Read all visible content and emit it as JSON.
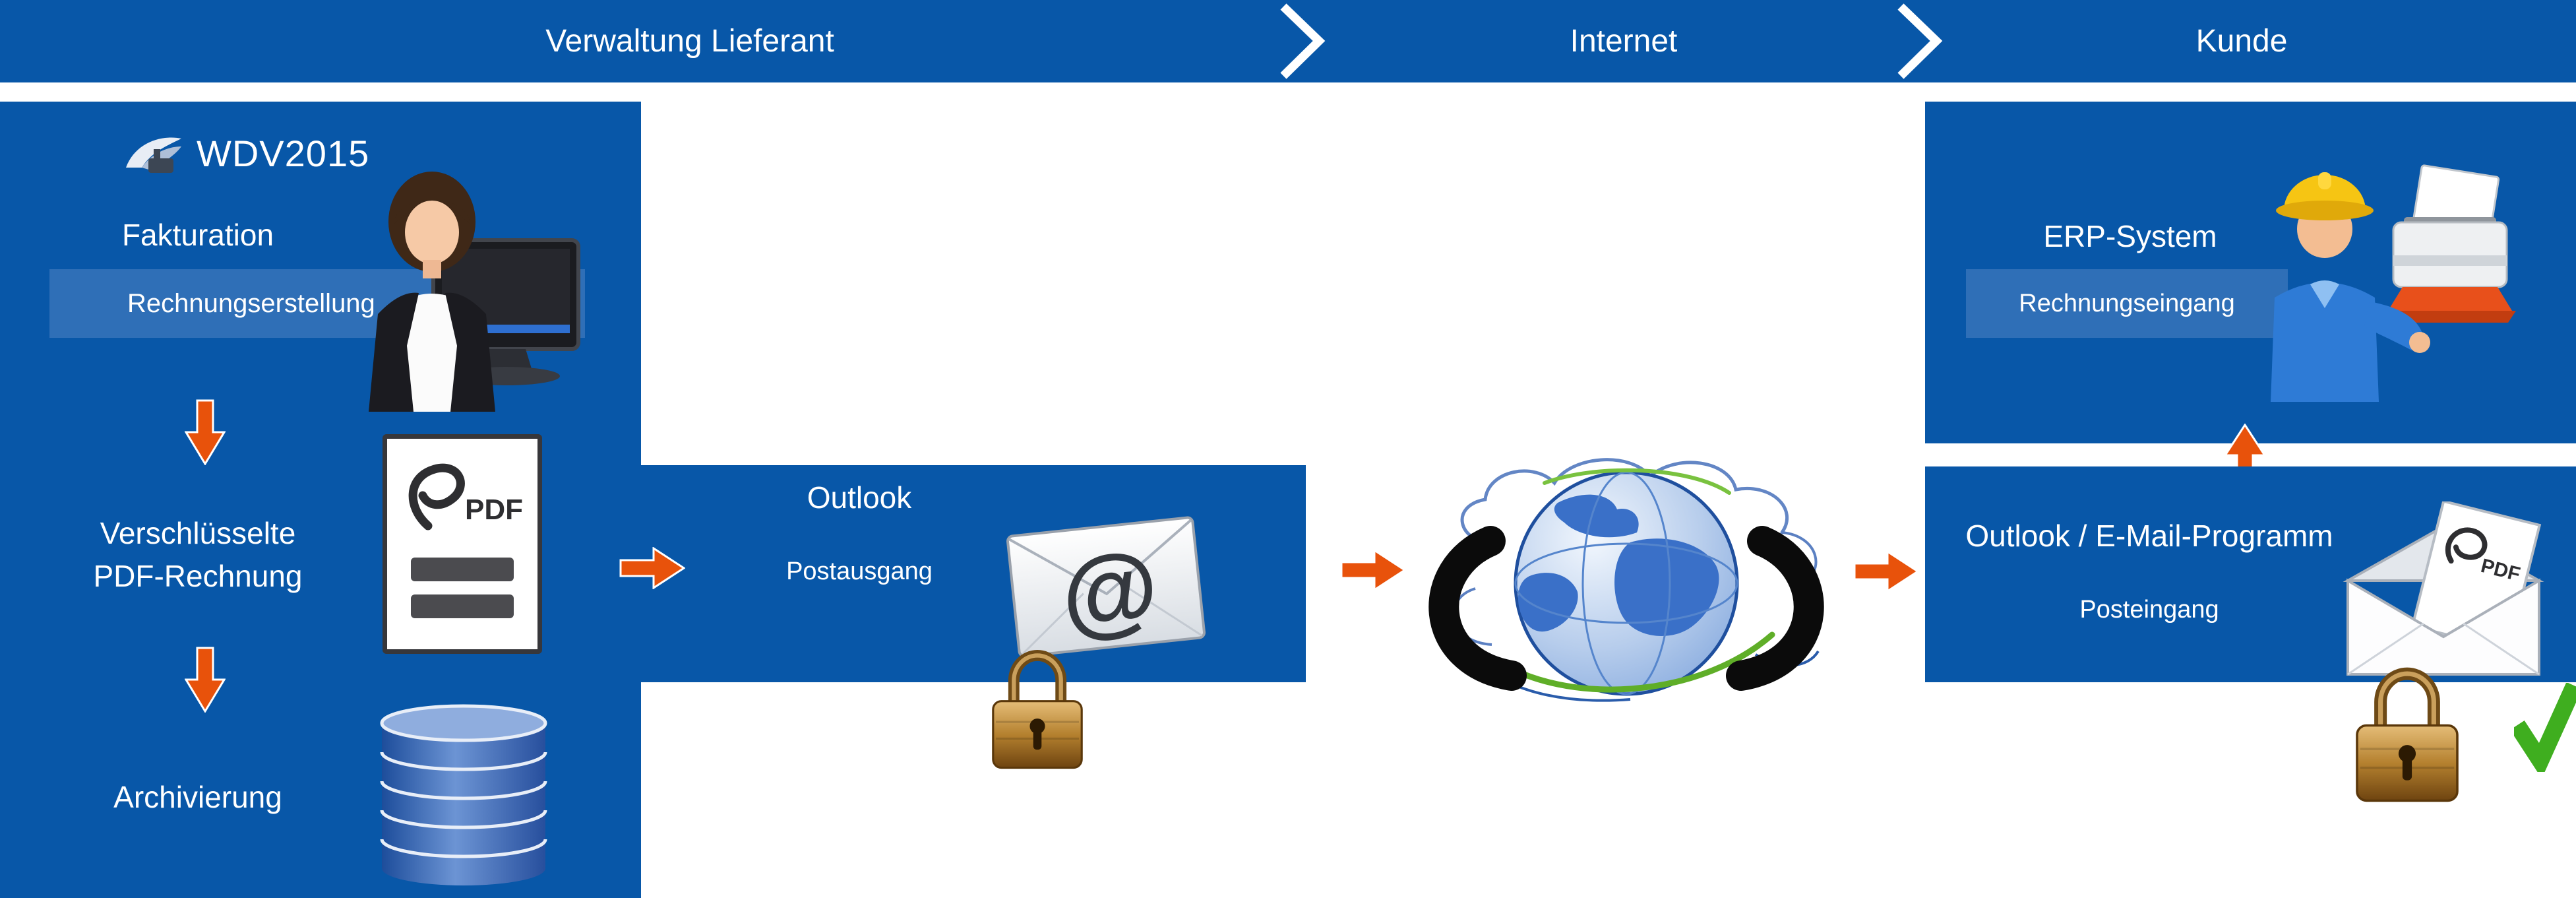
{
  "header": {
    "sections": [
      {
        "id": "supplier",
        "label": "Verwaltung Lieferant"
      },
      {
        "id": "internet",
        "label": "Internet"
      },
      {
        "id": "customer",
        "label": "Kunde"
      }
    ]
  },
  "supplier": {
    "logo_text": "WDV2015",
    "fakturation_label": "Fakturation",
    "rechnungserstellung_label": "Rechnungserstellung",
    "encrypted_pdf_line1": "Verschlüsselte",
    "encrypted_pdf_line2": "PDF-Rechnung",
    "archivierung_label": "Archivierung",
    "pdf_icon_label": "PDF"
  },
  "outgoing": {
    "title": "Outlook",
    "subtitle": "Postausgang",
    "at_symbol": "@"
  },
  "customer": {
    "erp_title": "ERP-System",
    "erp_subtitle": "Rechnungseingang",
    "mail_title": "Outlook / E-Mail-Programm",
    "mail_subtitle": "Posteingang",
    "pdf_icon_label": "PDF"
  },
  "colors": {
    "panel_blue": "#0857A8",
    "band_blue": "#2F6FB7",
    "arrow_orange": "#E8520B",
    "check_green": "#3FAE1F",
    "lock_gold": "#B5812F",
    "black_swoosh": "#0B0B0B"
  }
}
